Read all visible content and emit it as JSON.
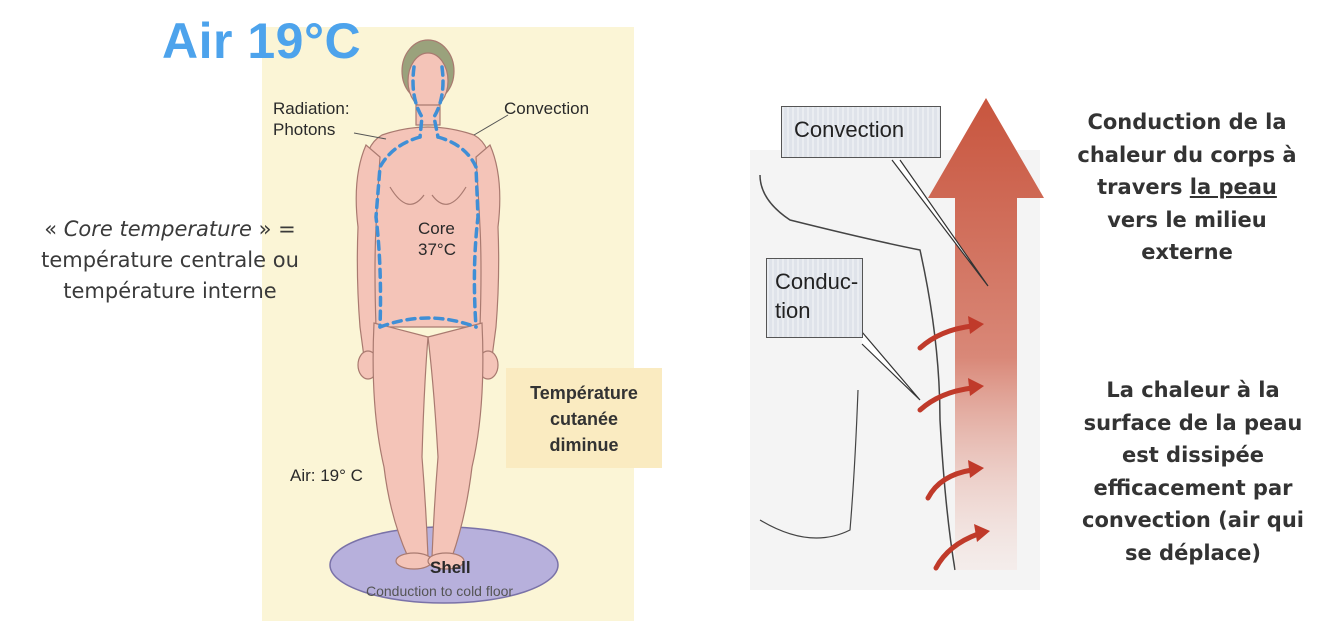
{
  "title": "Air 19°C",
  "left_figure": {
    "radiation_label": [
      "Radiation:",
      "Photons"
    ],
    "convection_label": "Convection",
    "core_label": [
      "Core",
      "37°C"
    ],
    "air_label": "Air: 19° C",
    "shell_label": "Shell",
    "floor_label": "Conduction to cold floor"
  },
  "core_definition": {
    "line1_prefix": "« ",
    "line1_term": "Core temperature",
    "line1_suffix": " » =",
    "line2": "température centrale ou",
    "line3": "température interne"
  },
  "skin_box": [
    "Température",
    "cutanée",
    "diminue"
  ],
  "right_figure": {
    "convection_callout": "Convection",
    "conduction_callout": [
      "Conduc-",
      "tion"
    ]
  },
  "conduction_text": {
    "line1": "Conduction de la",
    "line2": "chaleur du corps à",
    "line3_prefix": "travers ",
    "line3_underlined": "la peau",
    "line4": "vers le milieu",
    "line5": "externe"
  },
  "convection_text": [
    "La chaleur à la",
    "surface de la peau",
    "est dissipée",
    "efficacement par",
    "convection (air qui",
    "se déplace)"
  ],
  "colors": {
    "title_blue": "#4da3ec",
    "figure_background": "#fbf5d6",
    "skin": "#f4c4b8",
    "dashed_line": "#3f8fd6",
    "floor_disc": "#b7b0dc",
    "box_background": "#faebc1",
    "arrow_red": "#c8553e"
  }
}
